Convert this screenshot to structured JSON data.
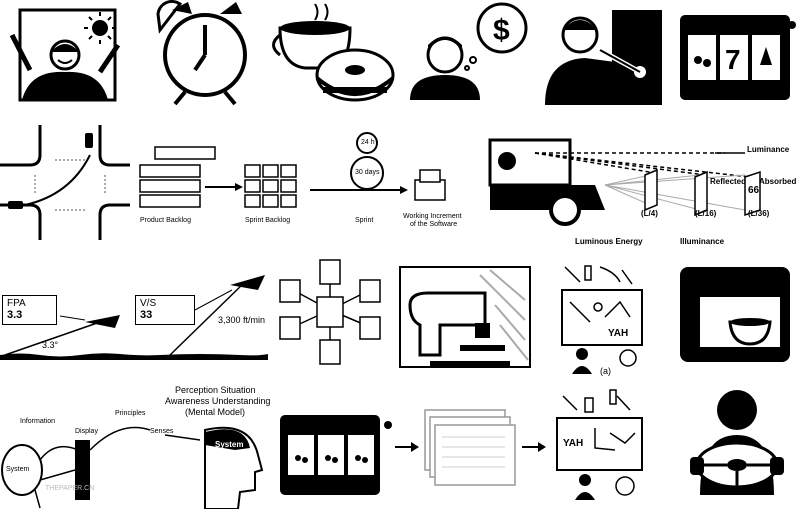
{
  "agile": {
    "product_backlog": "Product Backlog",
    "sprint_backlog": "Sprint Backlog",
    "sprint": "Sprint",
    "working_increment_line1": "Working Increment",
    "working_increment_line2": "of the Software",
    "cycle_24h": "24 h",
    "cycle_30days": "30 days"
  },
  "luminance": {
    "luminance": "Luminance",
    "reflected": "Reflected",
    "absorbed": "Absorbed",
    "l4": "(L/4)",
    "l16": "(L/16)",
    "l36": "(L/36)",
    "illuminance": "Illuminance",
    "luminous_energy": "Luminous Energy",
    "plate_value": "66"
  },
  "flight": {
    "fpa_label": "FPA",
    "fpa_value": "3.3",
    "vs_label": "V/S",
    "vs_value": "33",
    "angle": "3.3°",
    "rate": "3,300 ft/min"
  },
  "situation": {
    "caption": "(a)",
    "yah": "YAH"
  },
  "mental_model": {
    "title_line1": "Perception Situation",
    "title_line2": "Awareness Understanding",
    "title_line3": "(Mental Model)",
    "information": "Information",
    "principles": "Principles",
    "display": "Display",
    "senses": "Senses",
    "system": "System",
    "system_left": "System"
  },
  "situation2": {
    "yah": "YAH"
  },
  "watermark": {
    "text": "THEPAPER.CN"
  },
  "slot": {
    "reel_center": "7"
  },
  "money": {
    "symbol": "$"
  }
}
